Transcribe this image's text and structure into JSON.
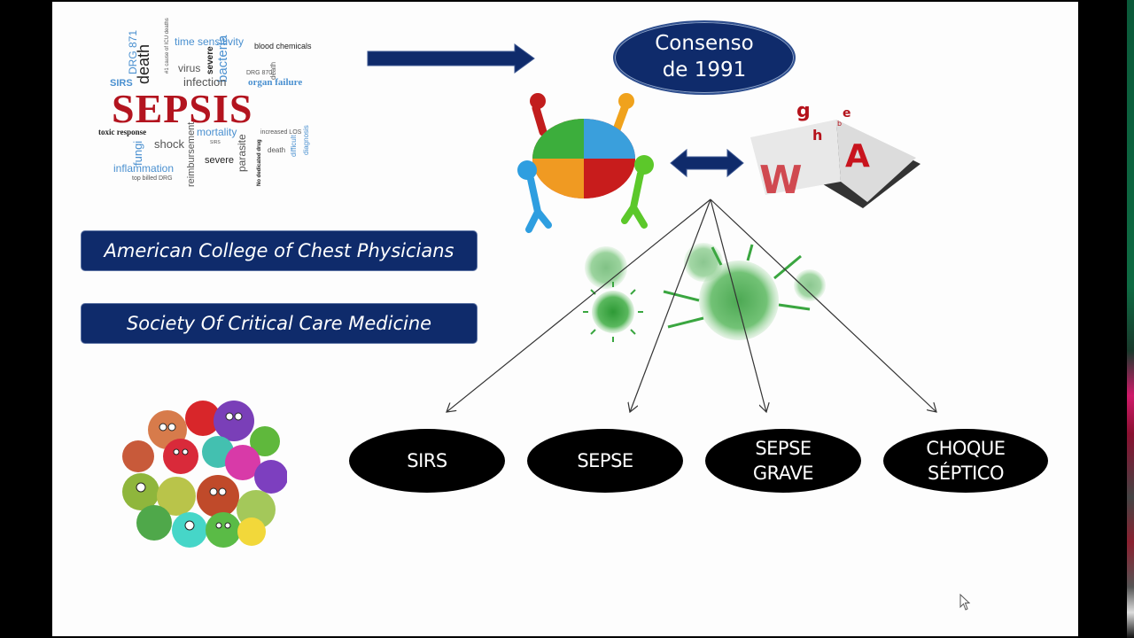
{
  "slide": {
    "word_cloud": {
      "title": "SEPSIS",
      "words": {
        "time_sensitivity": "time sensitivity",
        "blood_chemicals": "blood chemicals",
        "drg": "DRG 871",
        "death": "death",
        "icu": "#1 cause of ICU deaths",
        "virus": "virus",
        "severe_v": "severe",
        "bacteria": "bacteria",
        "drg870": "DRG 870",
        "death_small": "death",
        "sirs": "SIRS",
        "infection": "infection",
        "organ_failure": "organ failure",
        "toxic_response": "toxic response",
        "mortality": "mortality",
        "increased_los": "increased LOS",
        "fungi": "fungi",
        "shock": "shock",
        "sirs_small": "SIRS",
        "reimbursement": "reimbursement",
        "severe": "severe",
        "parasite": "parasite",
        "no_dedicated": "No dedicated drug",
        "death2": "death",
        "difficult": "difficult",
        "diagnosis": "diagnosis",
        "inflammation": "inflammation",
        "top_billed": "top billed DRG"
      }
    },
    "consenso": {
      "line1": "Consenso",
      "line2": "de 1991"
    },
    "organizations": [
      "American College of Chest Physicians",
      "Society Of Critical Care Medicine"
    ],
    "categories": [
      {
        "lines": [
          "SIRS"
        ]
      },
      {
        "lines": [
          "SEPSE"
        ]
      },
      {
        "lines": [
          "SEPSE",
          "GRAVE"
        ]
      },
      {
        "lines": [
          "CHOQUE",
          "SÉPTICO"
        ]
      }
    ],
    "images": {
      "puzzle": "people-puzzle-image",
      "book": "dictionary-book-image",
      "virus": "green-virus-image",
      "monsters": "cartoon-germs-image"
    },
    "colors": {
      "navy": "#0f2b6b",
      "sepsis_red": "#b3141f",
      "node_black": "#000000"
    }
  }
}
